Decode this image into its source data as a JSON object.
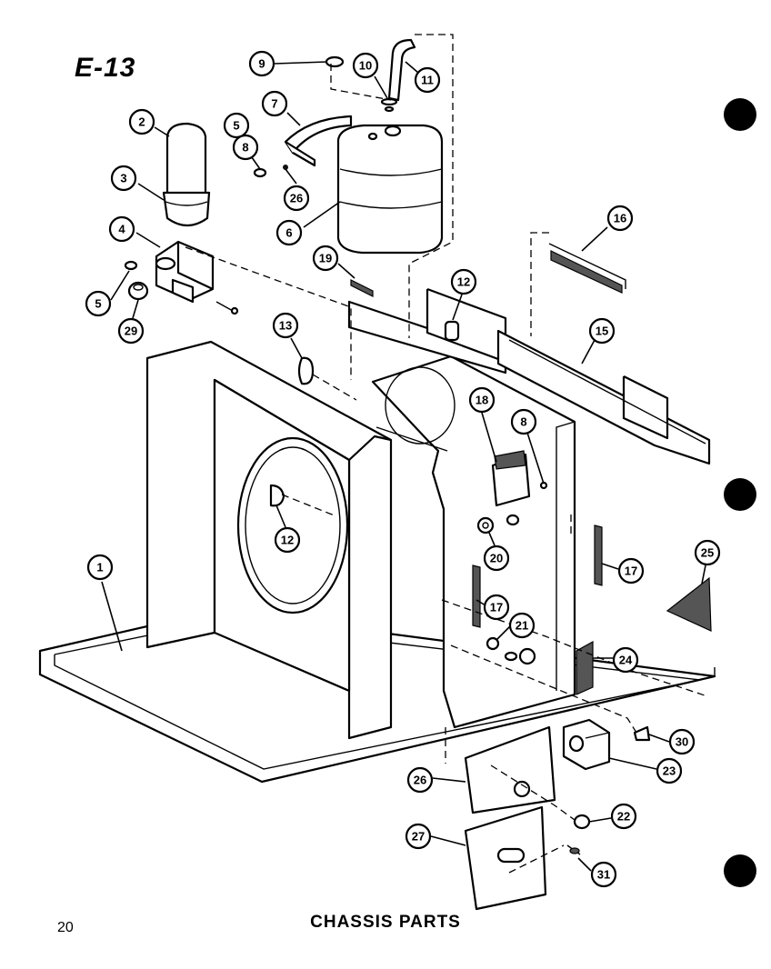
{
  "title": "E-13",
  "caption": "CHASSIS PARTS",
  "page_number": "20",
  "callouts": [
    "1",
    "2",
    "3",
    "4",
    "5",
    "6",
    "7",
    "8",
    "9",
    "10",
    "11",
    "12",
    "13",
    "15",
    "16",
    "17",
    "18",
    "19",
    "20",
    "21",
    "22",
    "23",
    "24",
    "25",
    "26",
    "27",
    "29",
    "30",
    "31"
  ],
  "colors": {
    "ink": "#000000",
    "paper": "#ffffff"
  }
}
